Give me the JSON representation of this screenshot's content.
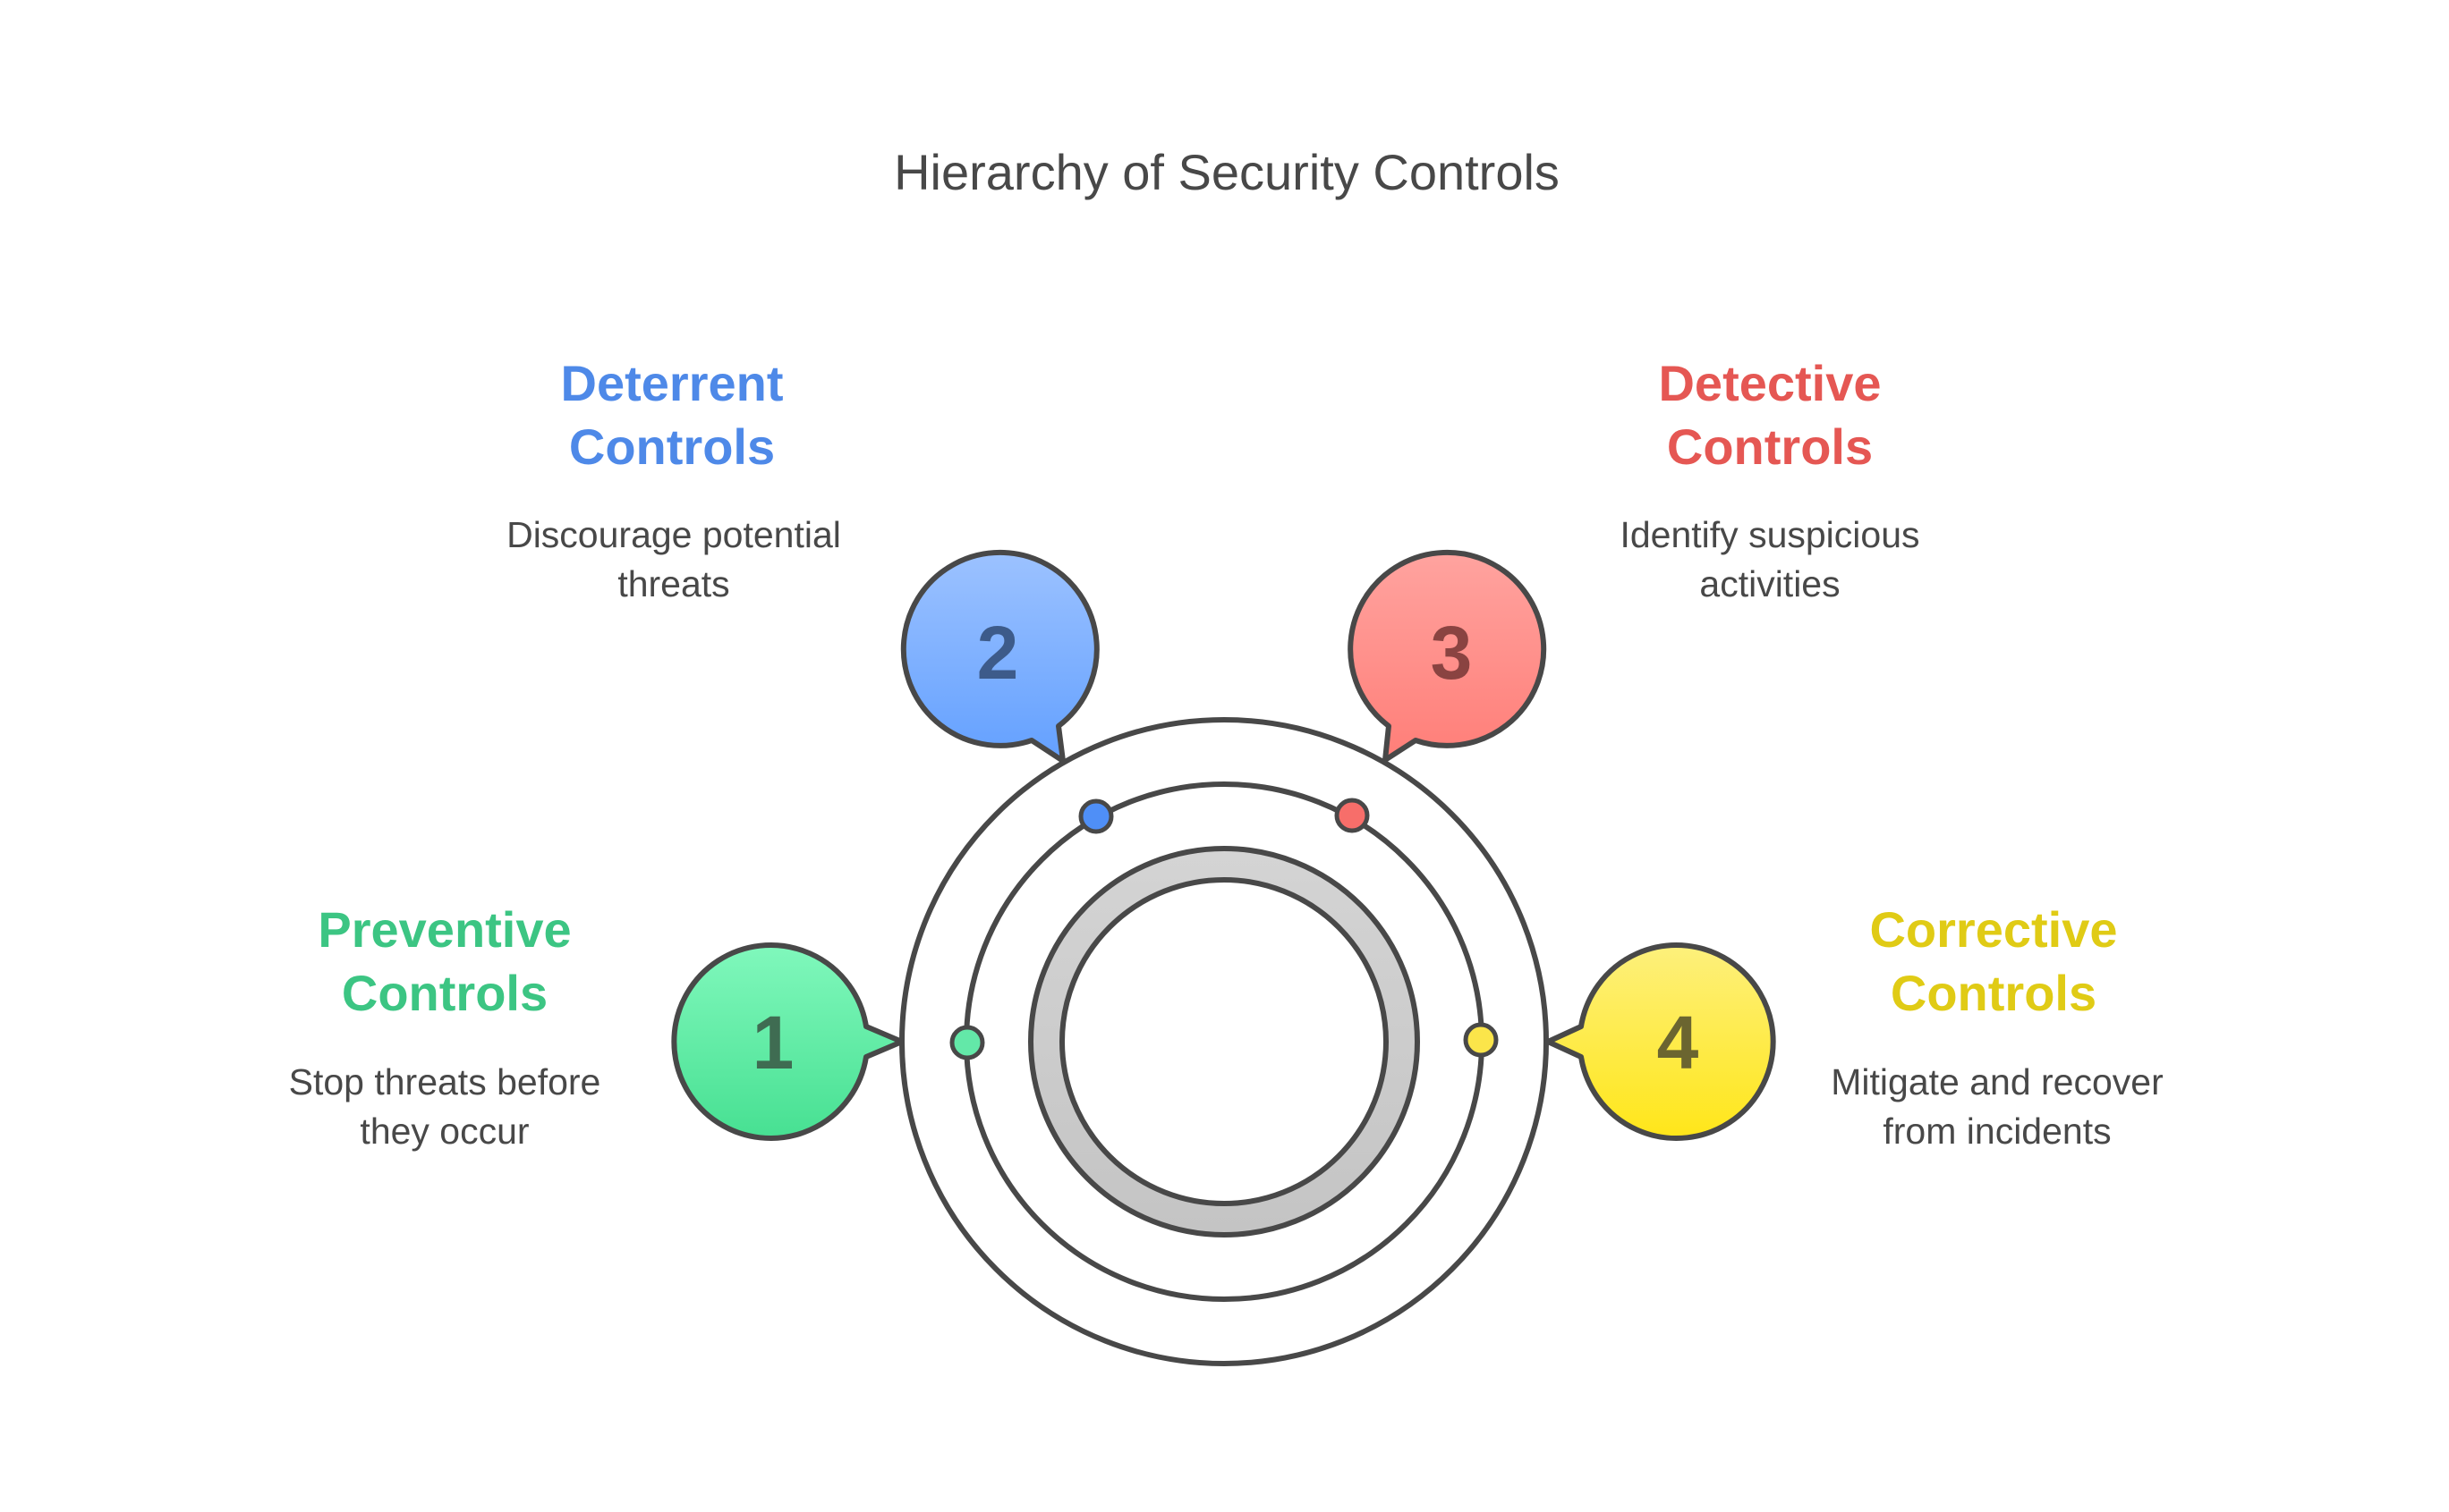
{
  "title": "Hierarchy of Security Controls",
  "stroke_color": "#484848",
  "ring_fill": "#cccccc",
  "controls": [
    {
      "number": "1",
      "title_line1": "Preventive",
      "title_line2": "Controls",
      "desc_line1": "Stop threats before",
      "desc_line2": "they occur",
      "accent": "#3cc583",
      "gradient_top": "#80f8bc",
      "gradient_bottom": "#47e092",
      "number_color": "#3f6c52",
      "dot_color": "#63e8a8"
    },
    {
      "number": "2",
      "title_line1": "Deterrent",
      "title_line2": "Controls",
      "desc_line1": "Discourage potential",
      "desc_line2": "threats",
      "accent": "#4e89e8",
      "gradient_top": "#9cc2ff",
      "gradient_bottom": "#63a0ff",
      "number_color": "#3d5b8a",
      "dot_color": "#4f8ff7"
    },
    {
      "number": "3",
      "title_line1": "Detective",
      "title_line2": "Controls",
      "desc_line1": "Identify suspicious",
      "desc_line2": "activities",
      "accent": "#e55753",
      "gradient_top": "#ffa39f",
      "gradient_bottom": "#ff7e78",
      "number_color": "#8a4341",
      "dot_color": "#f76e6a"
    },
    {
      "number": "4",
      "title_line1": "Corrective",
      "title_line2": "Controls",
      "desc_line1": "Mitigate and recover",
      "desc_line2": "from incidents",
      "accent": "#e0cb15",
      "gradient_top": "#fdf07c",
      "gradient_bottom": "#ffe619",
      "number_color": "#6b6530",
      "dot_color": "#fbe54a"
    }
  ]
}
